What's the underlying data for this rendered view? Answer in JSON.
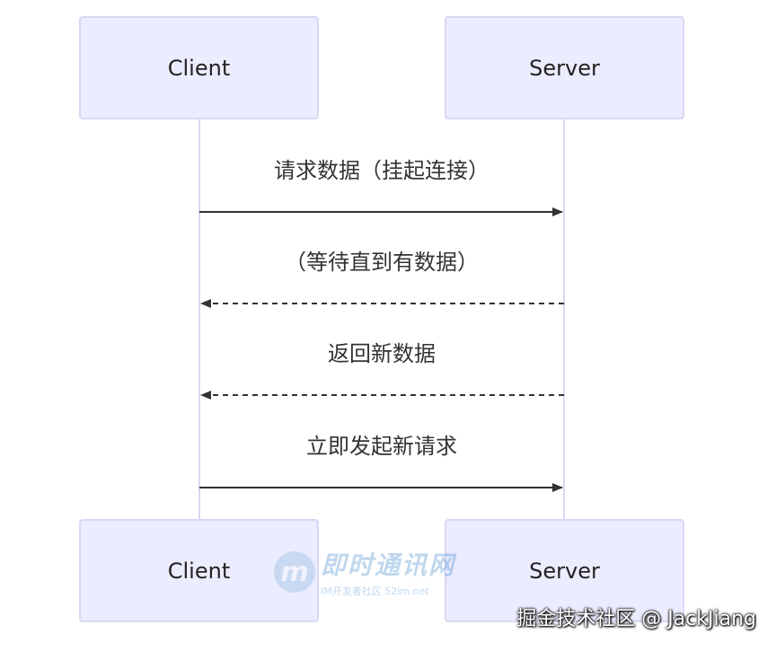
{
  "participants": {
    "client": "Client",
    "server": "Server"
  },
  "messages": [
    {
      "label": "请求数据（挂起连接）",
      "from": "client",
      "to": "server",
      "style": "solid"
    },
    {
      "label": "（等待直到有数据）",
      "from": "server",
      "to": "client",
      "style": "dashed"
    },
    {
      "label": "返回新数据",
      "from": "server",
      "to": "client",
      "style": "dashed"
    },
    {
      "label": "立即发起新请求",
      "from": "client",
      "to": "server",
      "style": "solid"
    }
  ],
  "watermark": {
    "logo": "m",
    "title": "即时通讯网",
    "subtitle": "IM开发者社区 52im.net"
  },
  "credit": "掘金技术社区 @ JackJiang",
  "colors": {
    "actor_fill": "#ECECFF",
    "actor_border": "#D8D8F5",
    "lifeline": "#D8D8F5",
    "arrow": "#333333"
  }
}
